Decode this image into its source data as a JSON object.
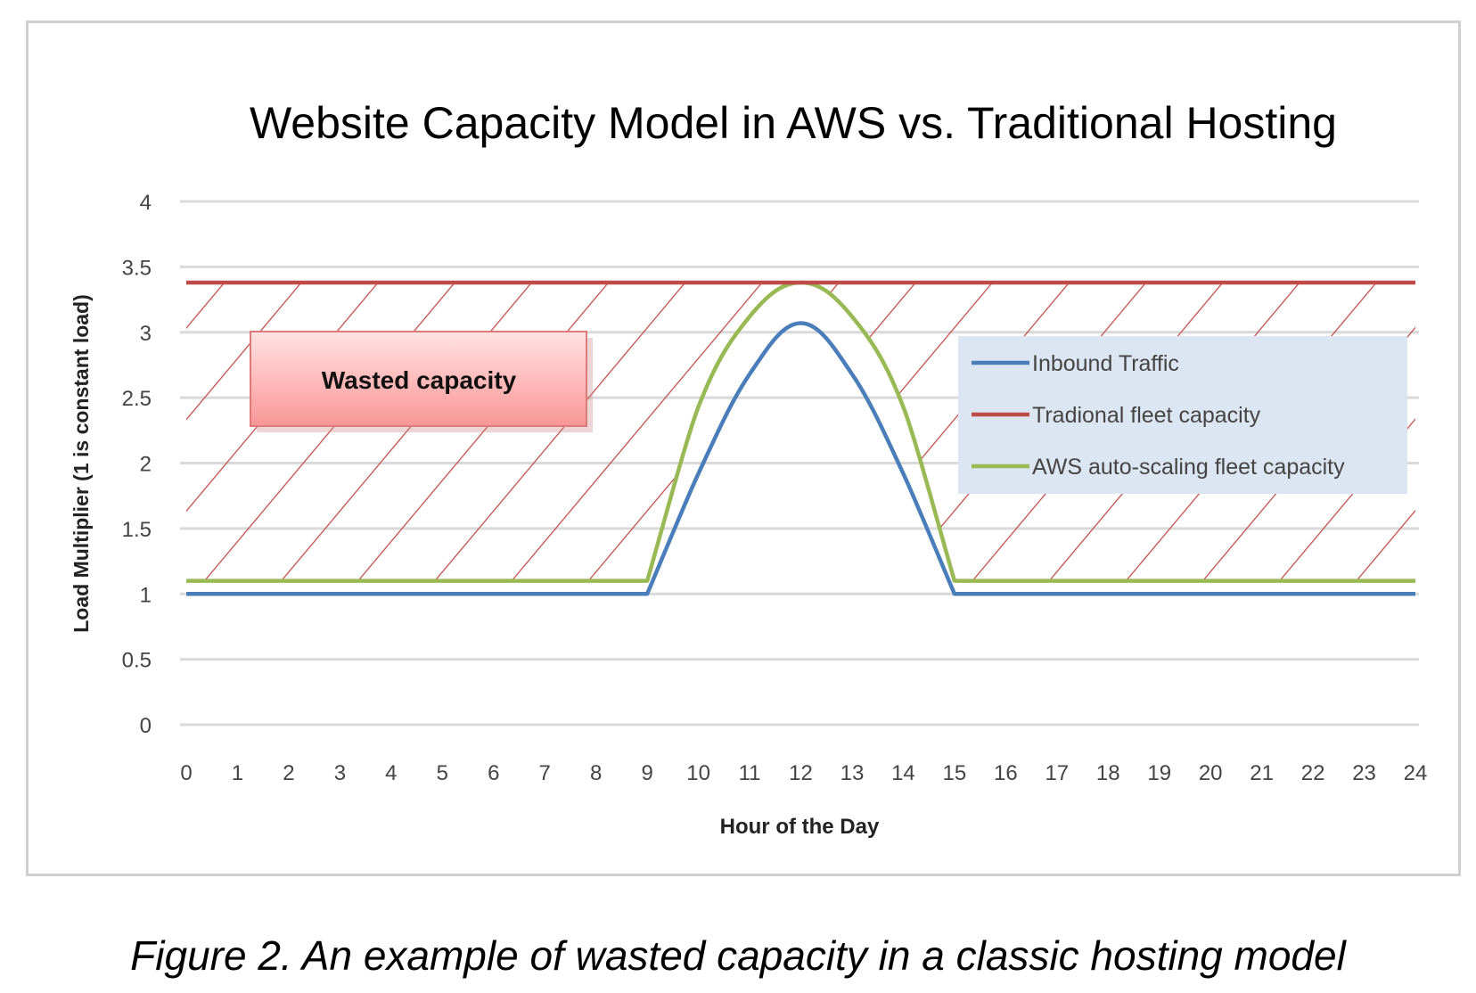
{
  "chart_data": {
    "type": "line",
    "title": "Website Capacity Model in AWS vs. Traditional Hosting",
    "xlabel": "Hour of the Day",
    "ylabel": "Load Multiplier (1 is constant load)",
    "x": [
      0,
      1,
      2,
      3,
      4,
      5,
      6,
      7,
      8,
      9,
      10,
      11,
      12,
      13,
      14,
      15,
      16,
      17,
      18,
      19,
      20,
      21,
      22,
      23,
      24
    ],
    "xticks": [
      "0",
      "1",
      "2",
      "3",
      "4",
      "5",
      "6",
      "7",
      "8",
      "9",
      "10",
      "11",
      "12",
      "13",
      "14",
      "15",
      "16",
      "17",
      "18",
      "19",
      "20",
      "21",
      "22",
      "23",
      "24"
    ],
    "yticks": [
      "0",
      "0.5",
      "1",
      "1.5",
      "2",
      "2.5",
      "3",
      "3.5",
      "4"
    ],
    "ylim": [
      0,
      4
    ],
    "xlim": [
      0,
      24
    ],
    "grid": true,
    "legend_position": "right",
    "series": [
      {
        "name": "Inbound Traffic",
        "color": "#4a7ebb",
        "values": [
          1,
          1,
          1,
          1,
          1,
          1,
          1,
          1,
          1,
          1,
          1.92,
          2.68,
          3.07,
          2.68,
          1.92,
          1,
          1,
          1,
          1,
          1,
          1,
          1,
          1,
          1,
          1
        ]
      },
      {
        "name": "Tradional fleet capacity",
        "color": "#be4b48",
        "values": [
          3.38,
          3.38,
          3.38,
          3.38,
          3.38,
          3.38,
          3.38,
          3.38,
          3.38,
          3.38,
          3.38,
          3.38,
          3.38,
          3.38,
          3.38,
          3.38,
          3.38,
          3.38,
          3.38,
          3.38,
          3.38,
          3.38,
          3.38,
          3.38,
          3.38
        ]
      },
      {
        "name": "AWS auto-scaling fleet capacity",
        "color": "#98b954",
        "values": [
          1.1,
          1.1,
          1.1,
          1.1,
          1.1,
          1.1,
          1.1,
          1.1,
          1.1,
          1.1,
          2.43,
          3.12,
          3.38,
          3.12,
          2.43,
          1.1,
          1.1,
          1.1,
          1.1,
          1.1,
          1.1,
          1.1,
          1.1,
          1.1,
          1.1
        ]
      }
    ],
    "annotations": [
      "Wasted capacity"
    ]
  },
  "caption": "Figure 2. An example of wasted capacity in a classic hosting model"
}
